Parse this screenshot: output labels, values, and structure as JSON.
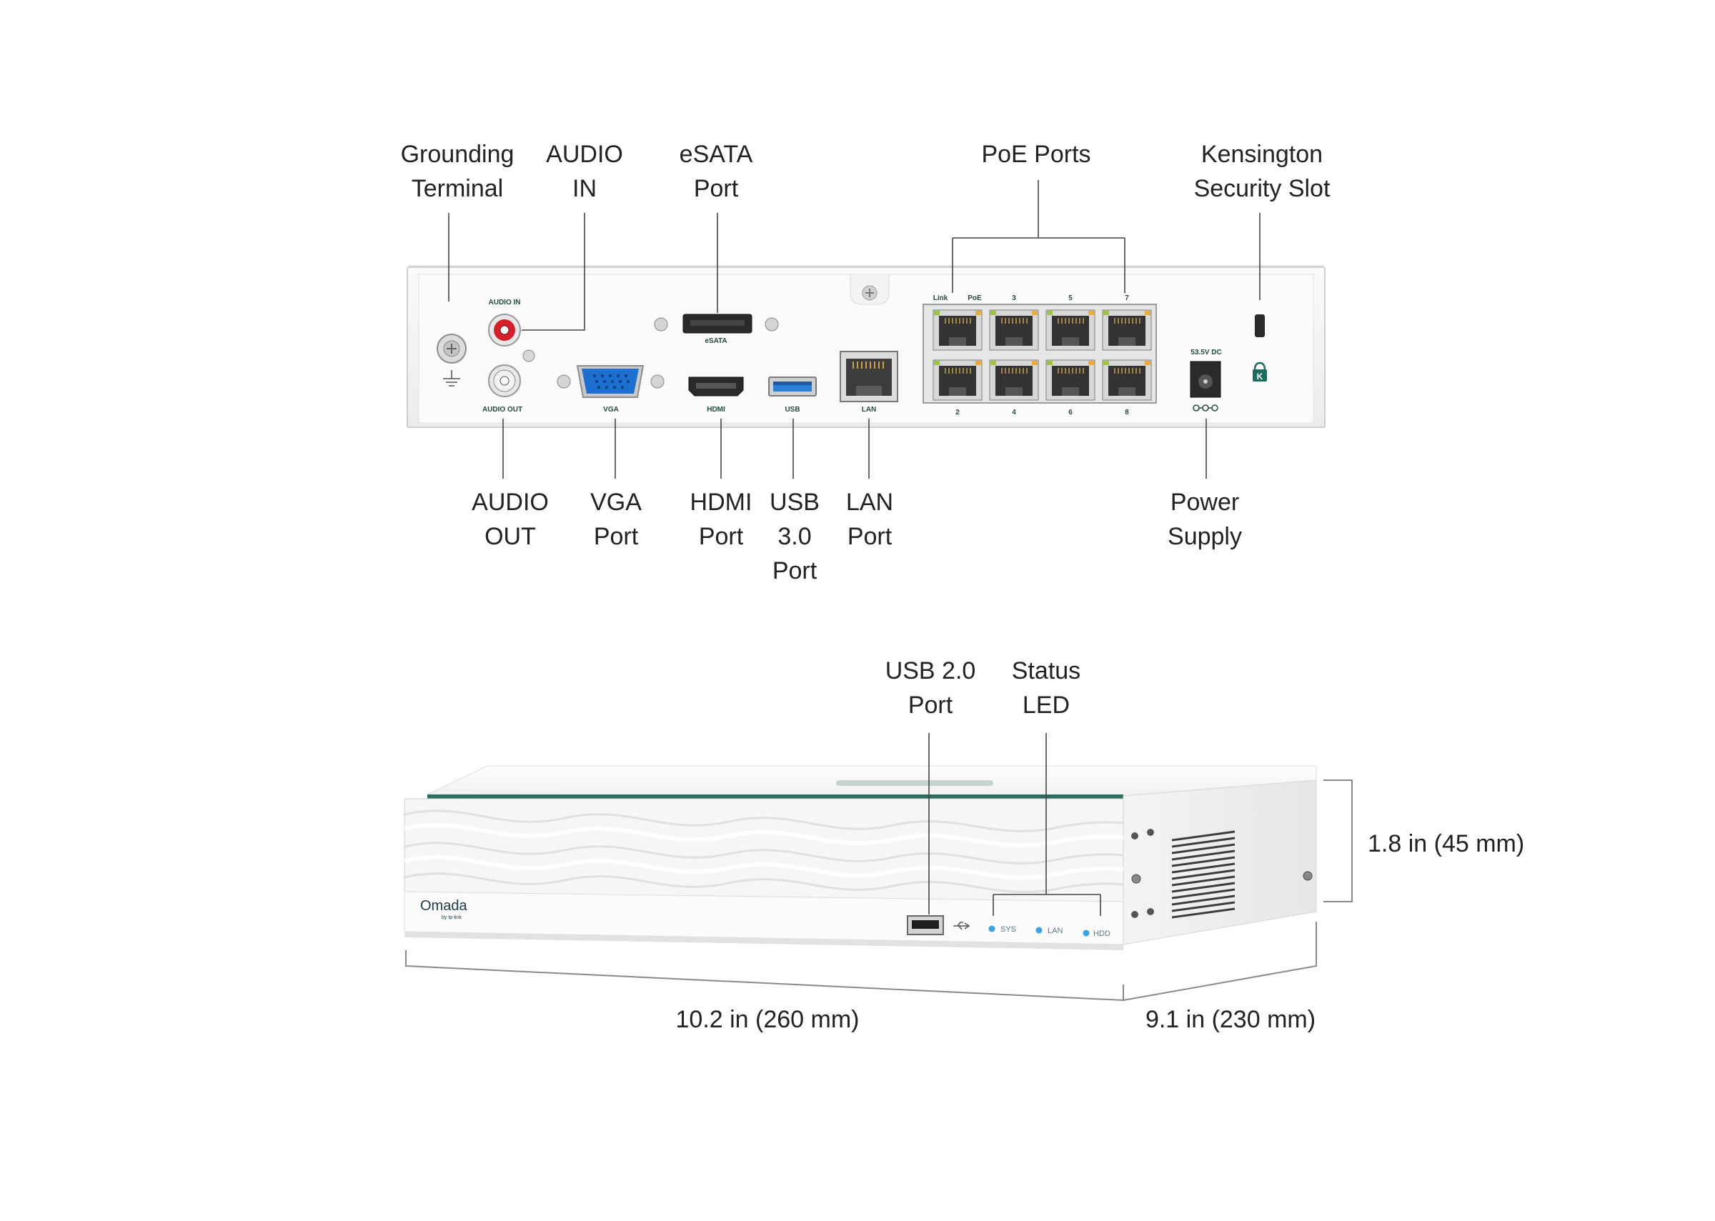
{
  "rear_callouts": {
    "grounding_terminal": [
      "Grounding",
      "Terminal"
    ],
    "audio_in": [
      "AUDIO",
      "IN"
    ],
    "esata_port": [
      "eSATA",
      "Port"
    ],
    "poe_ports": [
      "PoE Ports"
    ],
    "kensington_slot": [
      "Kensington",
      "Security Slot"
    ],
    "audio_out": [
      "AUDIO",
      "OUT"
    ],
    "vga_port": [
      "VGA",
      "Port"
    ],
    "hdmi_port": [
      "HDMI",
      "Port"
    ],
    "usb3_port": [
      "USB",
      "3.0",
      "Port"
    ],
    "lan_port": [
      "LAN",
      "Port"
    ],
    "power_supply": [
      "Power",
      "Supply"
    ]
  },
  "rear_panel_labels": {
    "audio_in": "AUDIO IN",
    "audio_out": "AUDIO OUT",
    "vga": "VGA",
    "esata": "eSATA",
    "hdmi": "HDMI",
    "usb": "USB",
    "lan": "LAN",
    "poe_top": [
      "Link",
      "PoE",
      "3",
      "5",
      "7"
    ],
    "poe_bottom": [
      "2",
      "4",
      "6",
      "8"
    ],
    "power_rating": "53.5V  DC"
  },
  "front_callouts": {
    "usb2_port": [
      "USB 2.0",
      "Port"
    ],
    "status_led": [
      "Status",
      "LED"
    ]
  },
  "front_panel_labels": {
    "brand": "Omada",
    "brand_sub": "by tp-link",
    "led_sys": "SYS",
    "led_lan": "LAN",
    "led_hdd": "HDD"
  },
  "dimensions": {
    "height": "1.8 in (45 mm)",
    "width": "10.2 in (260 mm)",
    "depth": "9.1 in (230 mm)"
  },
  "colors": {
    "accent_teal": "#2e6b5f",
    "led_blue": "#3aa3e0",
    "audio_in_red": "#d3202a",
    "vga_blue": "#1f6fd1"
  }
}
